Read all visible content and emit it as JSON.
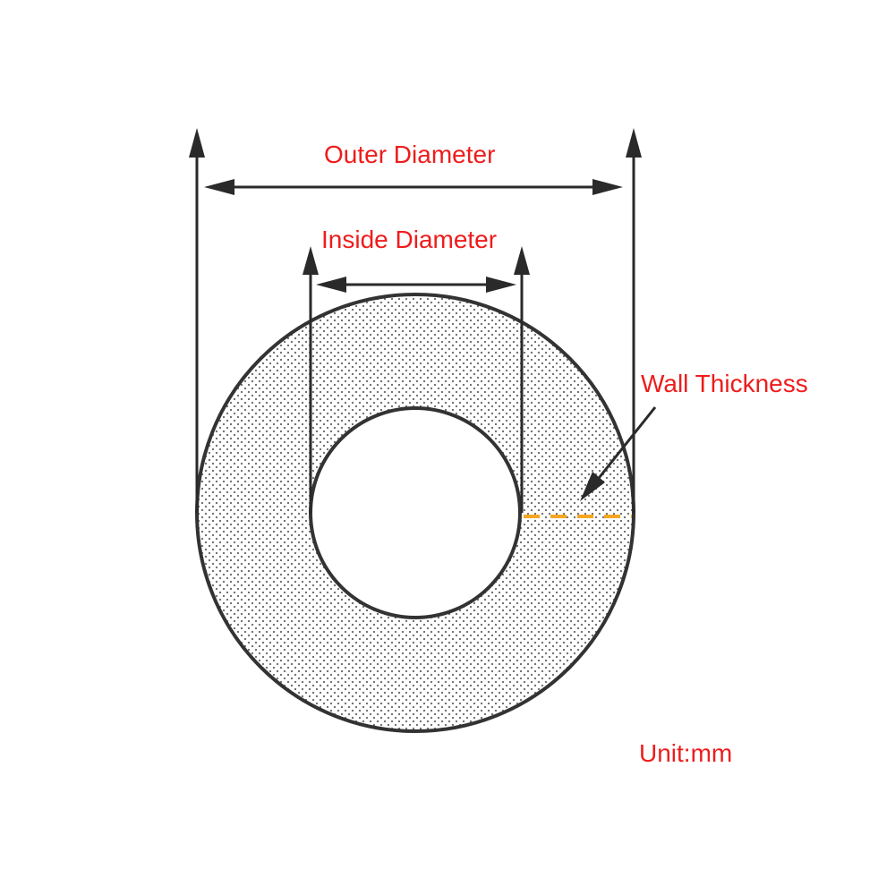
{
  "labels": {
    "outer_diameter": "Outer Diameter",
    "inside_diameter": "Inside Diameter",
    "wall_thickness": "Wall Thickness",
    "unit": "Unit:mm"
  },
  "colors": {
    "label_text": "#ee1c1c",
    "outline": "#333333",
    "dimension_line": "#2a2a2a",
    "dot_fill": "#6a6a6a",
    "ring_background": "#ffffff",
    "wall_marker": "#f5a623"
  },
  "icons": {
    "arrowhead": "triangle-arrowhead-icon"
  }
}
